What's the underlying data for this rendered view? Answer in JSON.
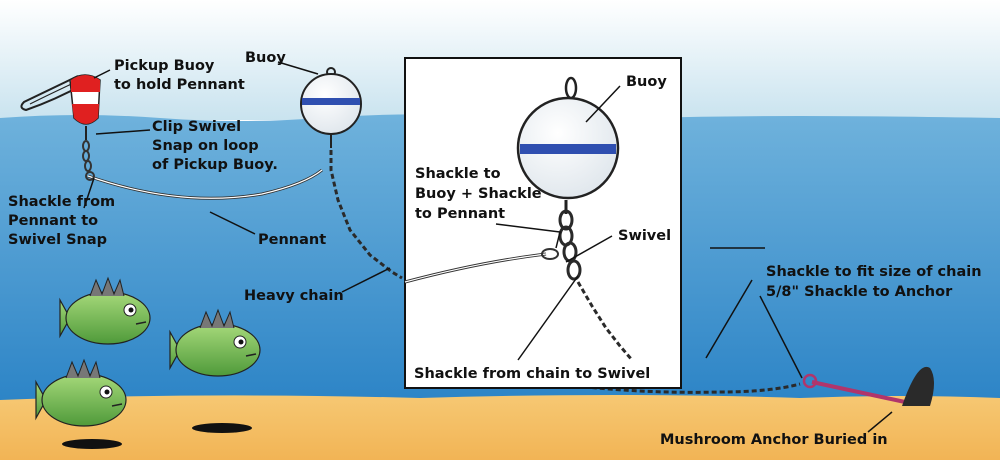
{
  "colors": {
    "sky_top": "#c9e3ef",
    "water_surface": "#6fb2dc",
    "water_deep": "#1f7bc2",
    "sand": "#f2b455",
    "buoy_band": "#2f4fb0",
    "pickup_buoy_red": "#e02020",
    "anchor_line": "#b0356b",
    "fish_green": "#7fbf5a"
  },
  "labels": {
    "pickup_buoy": [
      "Pickup Buoy",
      "to hold Pennant"
    ],
    "clip_swivel": [
      "Clip Swivel",
      "Snap on loop",
      "of Pickup Buoy."
    ],
    "shackle_from_pennant": [
      "Shackle from",
      "Pennant to",
      "Swivel Snap"
    ],
    "buoy_main": "Buoy",
    "pennant": "Pennant",
    "heavy_chain": "Heavy chain",
    "inset_buoy": "Buoy",
    "shackle_to_buoy": [
      "Shackle to",
      "Buoy + Shackle",
      "to Pennant"
    ],
    "swivel": "Swivel",
    "shackle_chain_swivel": "Shackle from chain to Swivel",
    "shackle_fit": [
      "Shackle to fit size of chain",
      "5/8\" Shackle to Anchor"
    ],
    "mushroom_anchor": "Mushroom Anchor Buried in"
  }
}
